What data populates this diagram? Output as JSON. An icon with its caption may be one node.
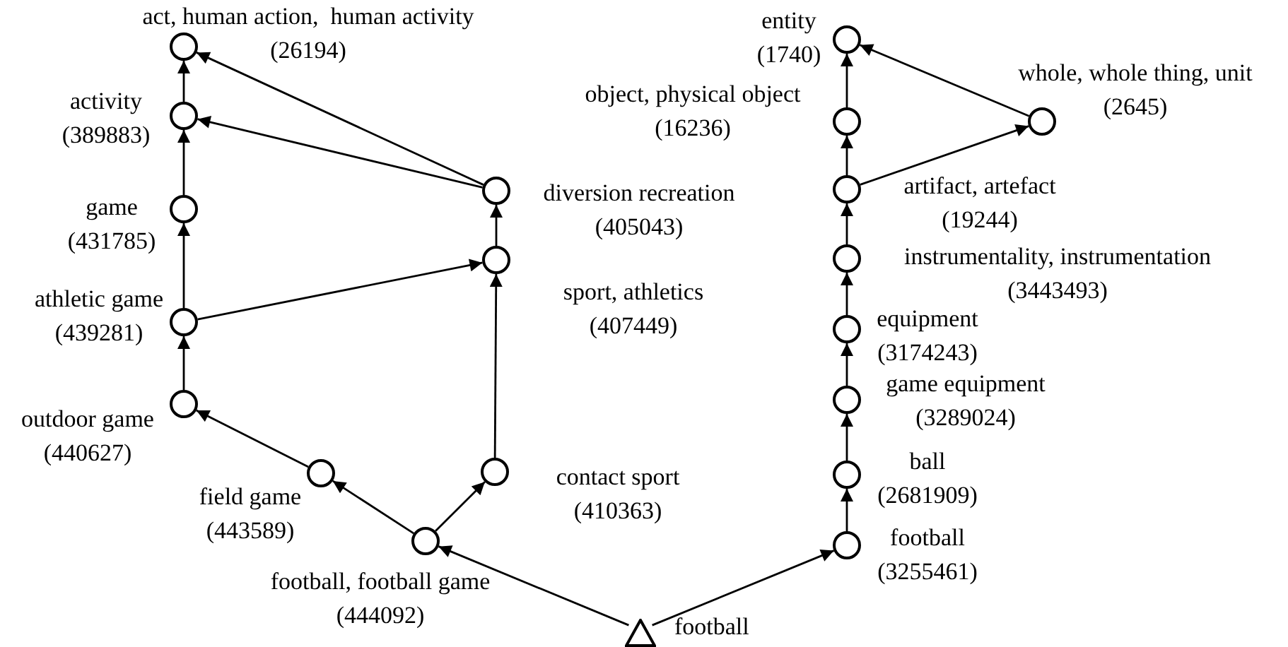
{
  "diagram": {
    "nodes": [
      {
        "text": [],
        "shape": "circle",
        "beside": [
          "act, human action,  human activity",
          "(26194)"
        ]
      },
      {
        "text": [],
        "shape": "circle",
        "beside": [
          "activity",
          "(389883)"
        ]
      },
      {
        "text": [],
        "shape": "circle",
        "beside": [
          "game",
          "(431785)"
        ]
      },
      {
        "text": [],
        "shape": "circle",
        "beside": [
          "athletic game",
          "(439281)"
        ]
      },
      {
        "text": [],
        "shape": "circle",
        "beside": [
          "outdoor game",
          "(440627)"
        ]
      },
      {
        "text": [],
        "shape": "circle",
        "beside": [
          "field game",
          "(443589)"
        ]
      },
      {
        "text": [],
        "shape": "circle",
        "beside": [
          "football, football game",
          "(444092)"
        ]
      },
      {
        "text": [],
        "shape": "circle",
        "beside": [
          "diversion recreation",
          "(405043)"
        ]
      },
      {
        "text": [],
        "shape": "circle",
        "beside": [
          "sport, athletics",
          "(407449)"
        ]
      },
      {
        "text": [],
        "shape": "circle",
        "beside": [
          "contact sport",
          "(410363)"
        ]
      },
      {
        "text": [],
        "shape": "triangle",
        "beside": [
          "football"
        ]
      },
      {
        "text": [],
        "shape": "circle",
        "beside": [
          "entity",
          "(1740)"
        ]
      },
      {
        "text": [],
        "shape": "circle",
        "beside": [
          "object, physical object",
          "(16236)"
        ]
      },
      {
        "text": [],
        "shape": "circle",
        "beside": [
          "artifact, artefact",
          "(19244)"
        ]
      },
      {
        "text": [],
        "shape": "circle",
        "beside": [
          "whole, whole thing, unit",
          "(2645)"
        ]
      },
      {
        "text": [],
        "shape": "circle",
        "beside": [
          "instrumentality, instrumentation",
          "(3443493)"
        ]
      },
      {
        "text": [],
        "shape": "circle",
        "beside": [
          "equipment",
          "(3174243)"
        ]
      },
      {
        "text": [],
        "shape": "circle",
        "beside": [
          "game equipment",
          "(3289024)"
        ]
      },
      {
        "text": [],
        "shape": "circle",
        "beside": [
          "ball",
          "(2681909)"
        ]
      },
      {
        "text": [],
        "shape": "circle",
        "beside": [
          "football",
          "(3255461)"
        ]
      }
    ],
    "edges": [
      {
        "from": 1,
        "to": 0,
        "arrow": "to"
      },
      {
        "from": 2,
        "to": 1,
        "arrow": "to"
      },
      {
        "from": 3,
        "to": 2,
        "arrow": "to"
      },
      {
        "from": 4,
        "to": 3,
        "arrow": "to"
      },
      {
        "from": 5,
        "to": 4,
        "arrow": "to"
      },
      {
        "from": 6,
        "to": 5,
        "arrow": "to"
      },
      {
        "from": 10,
        "to": 6,
        "arrow": "to"
      },
      {
        "from": 6,
        "to": 9,
        "arrow": "to"
      },
      {
        "from": 9,
        "to": 8,
        "arrow": "to"
      },
      {
        "from": 8,
        "to": 7,
        "arrow": "to"
      },
      {
        "from": 7,
        "to": 1,
        "arrow": "to"
      },
      {
        "from": 7,
        "to": 0,
        "arrow": "to"
      },
      {
        "from": 3,
        "to": 8,
        "arrow": "to"
      },
      {
        "from": 10,
        "to": 19,
        "arrow": "to"
      },
      {
        "from": 19,
        "to": 18,
        "arrow": "to"
      },
      {
        "from": 18,
        "to": 17,
        "arrow": "to"
      },
      {
        "from": 17,
        "to": 16,
        "arrow": "to"
      },
      {
        "from": 16,
        "to": 15,
        "arrow": "to"
      },
      {
        "from": 15,
        "to": 13,
        "arrow": "to"
      },
      {
        "from": 13,
        "to": 12,
        "arrow": "to"
      },
      {
        "from": 12,
        "to": 11,
        "arrow": "to"
      },
      {
        "from": 13,
        "to": 14,
        "arrow": "to"
      },
      {
        "from": 14,
        "to": 11,
        "arrow": "to"
      }
    ]
  }
}
